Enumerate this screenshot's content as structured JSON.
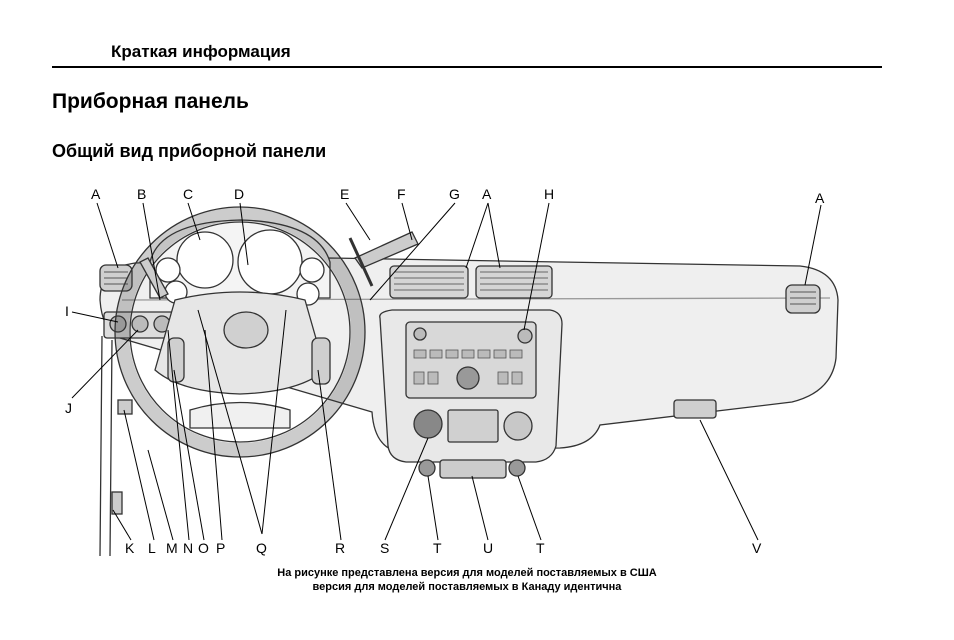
{
  "header": {
    "section": "Краткая информация"
  },
  "page_title": "Приборная панель",
  "subtitle": "Общий вид приборной панели",
  "figure": {
    "top_labels": [
      "A",
      "B",
      "C",
      "D",
      "E",
      "F",
      "G",
      "A",
      "H",
      "A"
    ],
    "left_labels": [
      "I",
      "J"
    ],
    "bottom_labels": [
      "K",
      "L",
      "M",
      "N",
      "O",
      "P",
      "Q",
      "R",
      "S",
      "T",
      "U",
      "T",
      "V"
    ],
    "caption_line1": "На рисунке представлена версия для моделей  поставляемых в США",
    "caption_line2": "версия для моделей  поставляемых в Канаду  идентична"
  }
}
